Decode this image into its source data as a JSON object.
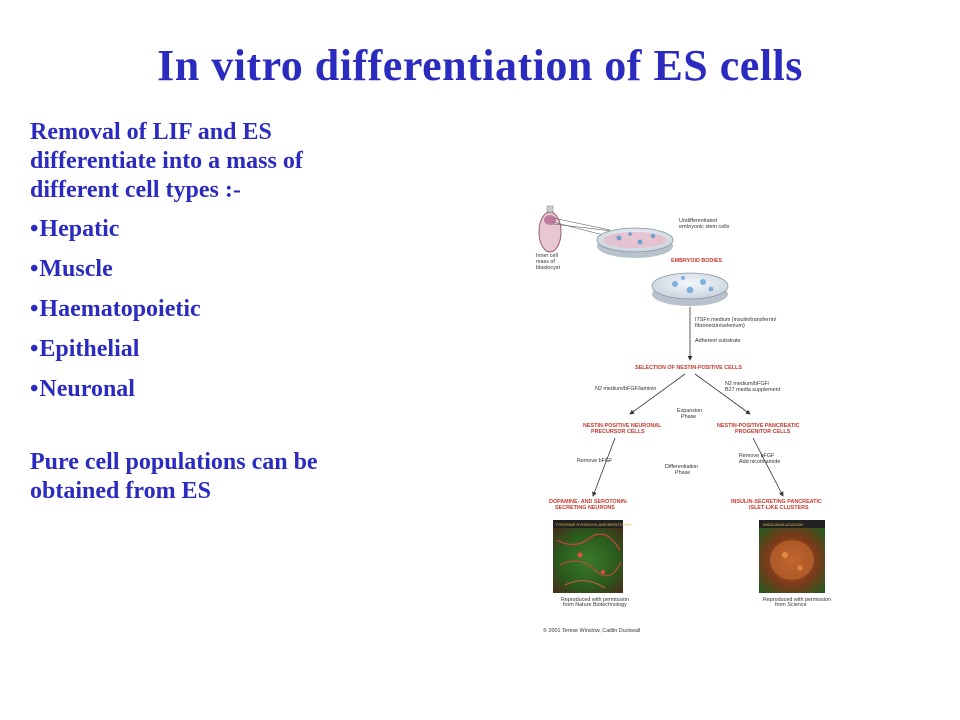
{
  "slide": {
    "title": "In vitro differentiation of ES cells",
    "intro": "Removal of LIF and ES\ndifferentiate into a mass of\ndifferent cell types :-",
    "bullet_symbol": "•",
    "bullets": [
      "Hepatic",
      "Muscle",
      "Haematopoietic",
      "Epithelial",
      "Neuronal"
    ],
    "outro": "Pure cell populations can be\nobtained from ES",
    "colors": {
      "text": "#2b2bbf",
      "diagram_label": "#c8362b",
      "background": "#ffffff"
    }
  },
  "diagram": {
    "blastocyst_label": [
      "Inner cell",
      "mass of",
      "blastocyst"
    ],
    "undiff_label": [
      "Undifferentiated",
      "embryonic stem cells"
    ],
    "embryoid_bodies": "EMBRYOID BODIES",
    "itsfn_label": [
      "ITSFn medium (insulin/transferrin/",
      "fibronectin/selenium)"
    ],
    "adherent_substrate": "Adherent substrate",
    "selection": "SELECTION OF NESTIN-POSITIVE CELLS",
    "n2_left": "N2 medium/bFGF/laminin",
    "n2_right": [
      "N2 medium/bFGF/",
      "B27 media supplement"
    ],
    "expansion_phase": [
      "Expansion",
      "Phase"
    ],
    "neuronal_precursor": [
      "NESTIN-POSITIVE NEURONAL",
      "PRECURSOR CELLS"
    ],
    "pancreatic_progenitor": [
      "NESTIN-POSITIVE PANCREATIC",
      "PROGENITOR CELLS"
    ],
    "remove_bfgf_left": "Remove bFGF",
    "remove_bfgf_right": [
      "Remove bFGF",
      "Add nicotinamide"
    ],
    "differentiation_phase": [
      "Differentiation",
      "Phase"
    ],
    "neurons": [
      "DOPAMINE- AND SEROTONIN-",
      "SECRETING NEURONS"
    ],
    "islets": [
      "INSULIN-SECRETING PANCREATIC",
      "ISLET-LIKE CLUSTERS"
    ],
    "stain_left": "TYROSINE HYDROXYLASE/SEROTONIN",
    "stain_right": "INSULIN/GLUCAGON",
    "repro_left": [
      "Reproduced with permission",
      "from Nature Biotechnology"
    ],
    "repro_right": [
      "Reproduced with permission",
      "from Science"
    ],
    "copyright": "© 2001 Terese Winslow, Caitlin Duckwall"
  }
}
